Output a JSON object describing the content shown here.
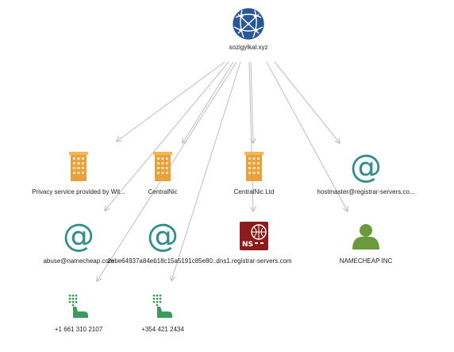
{
  "colors": {
    "edge": "#bdbdbd",
    "building": "#e8a13c",
    "at": "#2f8f8c",
    "ns_server": "#8e1b1b",
    "person": "#6a9a3c",
    "phone": "#3c9a5c",
    "globe": "#2b5797"
  },
  "nodes": {
    "root": {
      "label": "sozigylkal.xyz",
      "icon": "globe-icon"
    },
    "org1": {
      "label": "Privacy service provided by Wit...",
      "icon": "building-icon"
    },
    "org2": {
      "label": "CentralNic",
      "icon": "building-icon"
    },
    "org3": {
      "label": "CentralNic Ltd",
      "icon": "building-icon"
    },
    "email1": {
      "label": "hostmaster@registrar-servers.co...",
      "icon": "at-sign-icon"
    },
    "email2": {
      "label": "abuse@namecheap.com",
      "icon": "at-sign-icon"
    },
    "email3": {
      "label": "2ebe64937a84eb18c15a5191c85e80...",
      "icon": "at-sign-icon"
    },
    "ns": {
      "label": "dns1.registrar-servers.com",
      "icon": "nameserver-icon"
    },
    "person": {
      "label": "NAMECHEAP INC",
      "icon": "person-icon"
    },
    "phone1": {
      "label": "+1 661 310 2107",
      "icon": "phone-keypad-icon"
    },
    "phone2": {
      "label": "+354 421 2434",
      "icon": "phone-keypad-icon"
    }
  }
}
